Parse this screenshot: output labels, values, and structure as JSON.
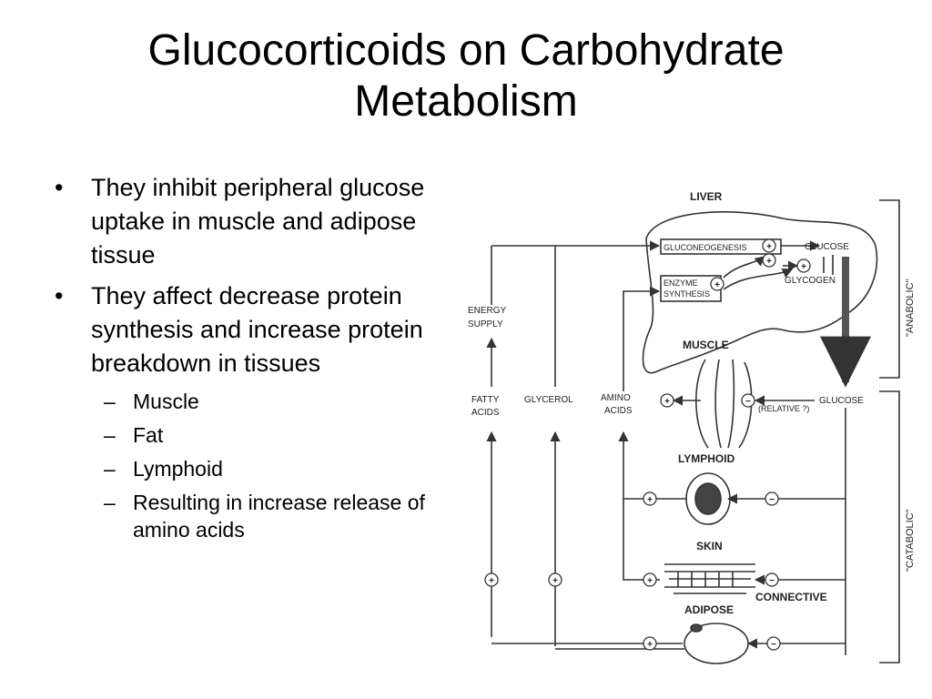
{
  "slide": {
    "title_line1": "Glucocorticoids on Carbohydrate",
    "title_line2": "Metabolism",
    "bullets": [
      "They inhibit peripheral glucose uptake in muscle and adipose tissue",
      "They affect decrease protein synthesis and increase protein breakdown in tissues"
    ],
    "subbullets": [
      "Muscle",
      "Fat",
      "Lymphoid",
      "Resulting in increase release of amino acids"
    ],
    "bullet_glyph": "•",
    "dash_glyph": "–"
  },
  "diagram": {
    "liver": "LIVER",
    "gluconeogenesis": "GLUCONEOGENESIS",
    "glucose_top": "GLUCOSE",
    "enzyme": "ENZYME",
    "synthesis": "SYNTHESIS",
    "glycogen": "GLYCOGEN",
    "energy": "ENERGY",
    "supply": "SUPPLY",
    "muscle": "MUSCLE",
    "fatty": "FATTY",
    "acids": "ACIDS",
    "glycerol": "GLYCEROL",
    "amino": "AMINO",
    "amino_acids": "ACIDS",
    "relative": "(RELATIVE ?)",
    "glucose_mid": "GLUCOSE",
    "lymphoid": "LYMPHOID",
    "skin": "SKIN",
    "connective": "CONNECTIVE",
    "adipose": "ADIPOSE",
    "anabolic": "\"ANABOLIC\"",
    "catabolic": "\"CATABOLIC\"",
    "plus": "+",
    "minus": "−"
  }
}
